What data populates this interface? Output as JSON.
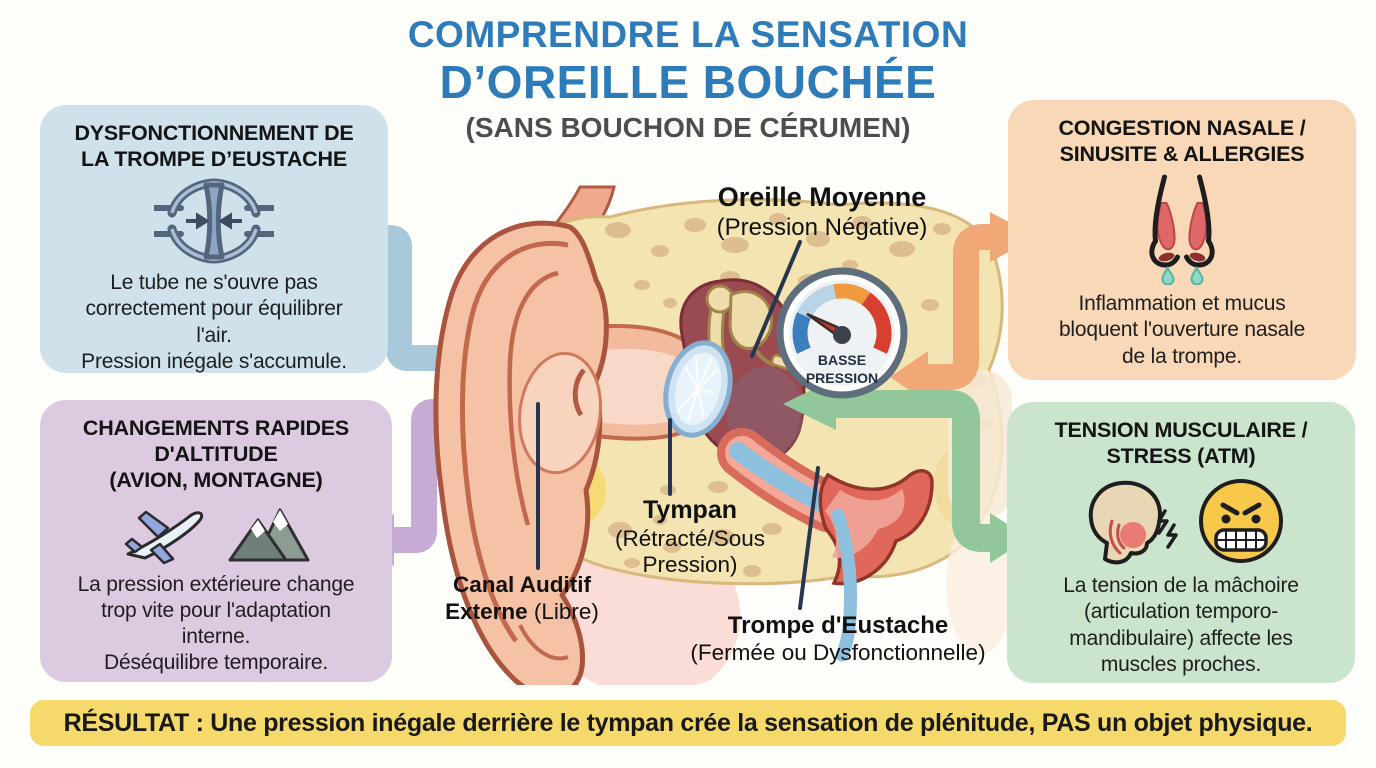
{
  "infographic": {
    "title_line1": "COMPRENDRE LA SENSATION",
    "title_line2": "D’OREILLE BOUCHÉE",
    "subtitle": "(SANS BOUCHON DE CÉRUMEN)",
    "colors": {
      "title_blue": "#2d7cb9",
      "subtitle_gray": "#4d4d4d",
      "banner_yellow": "#f5da6b",
      "box_blue": "#cfe2ec",
      "box_orange": "#f8d8b6",
      "box_purple": "#dccae1",
      "box_green": "#cbe4cd",
      "arrow_blue": "#a9c9da",
      "arrow_orange": "#f1a876",
      "arrow_purple": "#c6abd4",
      "arrow_green": "#92c79a"
    }
  },
  "causes": {
    "eustachian_dysfunction": {
      "title": "DYSFONCTIONNEMENT DE\nLA TROMPE D’EUSTACHE",
      "body": "Le tube ne s'ouvre pas\ncorrectement pour équilibrer\nl'air.\nPression inégale s'accumule.",
      "icon": "pinched-tube-icon"
    },
    "nasal_congestion": {
      "title": "CONGESTION NASALE /\nSINUSITE & ALLERGIES",
      "body": "Inflammation et mucus\nbloquent l'ouverture nasale\nde la trompe.",
      "icon": "congested-nose-icon"
    },
    "altitude_changes": {
      "title": "CHANGEMENTS RAPIDES\nD'ALTITUDE\n(AVION, MONTAGNE)",
      "body": "La pression extérieure change\ntrop vite pour l'adaptation\ninterne.\nDéséquilibre temporaire.",
      "icons": "airplane-icon, mountain-icon"
    },
    "muscle_tension": {
      "title": "TENSION MUSCULAIRE /\nSTRESS (ATM)",
      "body": "La tension de la mâchoire\n(articulation temporo-\nmandibulaire) affecte les\nmuscles proches.",
      "icons": "jaw-pain-icon, clenched-teeth-icon"
    }
  },
  "ear_diagram": {
    "labels": {
      "middle_ear": {
        "name": "Oreille Moyenne",
        "state": "(Pression Négative)"
      },
      "tympan": {
        "name": "Tympan",
        "state": "(Rétracté/Sous\nPression)"
      },
      "canal": {
        "name_line1": "Canal Auditif",
        "name_line2": "Externe",
        "state": "(Libre)"
      },
      "eustachian_tube": {
        "name": "Trompe d'Eustache",
        "state": "(Fermée ou Dysfonctionnelle)"
      }
    },
    "gauge": {
      "icon": "pressure-gauge-icon",
      "label_line1": "BASSE",
      "label_line2": "PRESSION"
    }
  },
  "result_banner": {
    "text": "RÉSULTAT : Une pression inégale derrière le tympan crée la sensation de plénitude, PAS un objet physique."
  }
}
